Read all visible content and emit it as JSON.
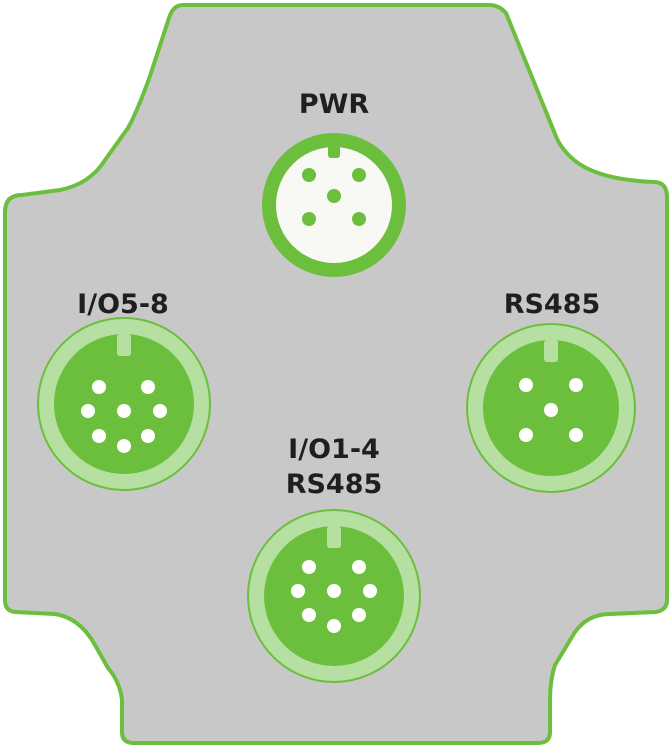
{
  "colors": {
    "housing_fill": "#c8c8c8",
    "housing_stroke": "#6cbf3c",
    "connector_green": "#6cbf3c",
    "connector_light_ring": "#b6dfa2",
    "pin_white": "#ffffff",
    "label_text": "#1f1f1f"
  },
  "connectors": [
    {
      "id": "pwr",
      "label_lines": [
        "PWR"
      ],
      "pins": 5,
      "style": "green-ring-white-face"
    },
    {
      "id": "io58",
      "label_lines": [
        "I/O5-8"
      ],
      "pins": 8,
      "style": "light-ring-green-face"
    },
    {
      "id": "rs485",
      "label_lines": [
        "RS485"
      ],
      "pins": 5,
      "style": "light-ring-green-face"
    },
    {
      "id": "io14",
      "label_lines": [
        "I/O1-4",
        "RS485"
      ],
      "pins": 8,
      "style": "light-ring-green-face"
    }
  ]
}
